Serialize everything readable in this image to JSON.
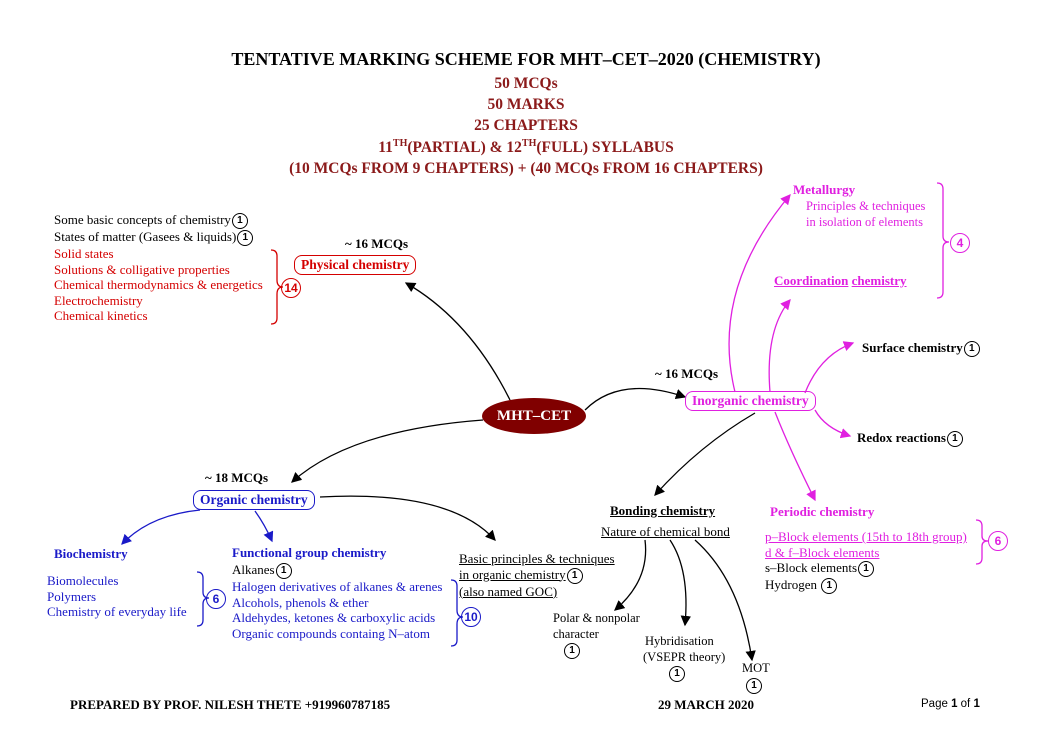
{
  "header": {
    "title": "TENTATIVE MARKING SCHEME FOR MHT–CET–2020 (CHEMISTRY)",
    "line1": "50 MCQs",
    "line2": "50 MARKS",
    "line3": "25 CHAPTERS",
    "syllabus_a": "11",
    "syllabus_sup_a": "TH",
    "syllabus_b": "(PARTIAL) & 12",
    "syllabus_sup_b": "TH",
    "syllabus_c": "(FULL) SYLLABUS",
    "line5": "(10 MCQs FROM 9 CHAPTERS) + (40 MCQs FROM 16 CHAPTERS)"
  },
  "center": {
    "label": "MHT–CET"
  },
  "physical": {
    "label": "Physical chemistry",
    "mcqs": "~ 16 MCQs",
    "items_black": [
      {
        "text": "Some basic concepts of chemistry",
        "mark": "1"
      },
      {
        "text": "States of matter (Gasees & liquids)",
        "mark": "1"
      }
    ],
    "items_red": [
      "Solid states",
      "Solutions & colligative properties",
      "Chemical thermodynamics & energetics",
      "Electrochemistry",
      "Chemical kinetics"
    ],
    "group_count": "14"
  },
  "inorganic": {
    "label": "Inorganic chemistry",
    "mcqs": "~ 16 MCQs",
    "metallurgy": "Metallurgy",
    "metallurgy_sub1": "Principles & techniques",
    "metallurgy_sub2": "in isolation of elements",
    "coordination_a": "Coordination",
    "coordination_b": "chemistry",
    "group4": "4",
    "surface": "Surface chemistry",
    "surface_mark": "1",
    "redox": "Redox reactions",
    "redox_mark": "1",
    "periodic": "Periodic chemistry",
    "pblock": "p–Block elements (15th to 18th group)",
    "dfblock": "d & f–Block elements",
    "sblock": "s–Block elements",
    "sblock_mark": "1",
    "hydrogen": "Hydrogen",
    "hydrogen_mark": "1",
    "group6": "6",
    "bonding": "Bonding chemistry",
    "nature": "Nature of chemical bond",
    "polar1": "Polar & nonpolar",
    "polar2": "character",
    "polar_mark": "1",
    "hybrid1": "Hybridisation",
    "hybrid2": "(VSEPR theory)",
    "hybrid_mark": "1",
    "mot": "MOT",
    "mot_mark": "1"
  },
  "organic": {
    "label": "Organic chemistry",
    "mcqs": "~ 18 MCQs",
    "biochem": "Biochemistry",
    "bio_items": [
      "Biomolecules",
      "Polymers",
      "Chemistry of everyday life"
    ],
    "bio_count": "6",
    "functional": "Functional group chemistry",
    "alkanes": "Alkanes",
    "alkanes_mark": "1",
    "func_items": [
      "Halogen derivatives of alkanes & arenes",
      "Alcohols, phenols & ether",
      "Aldehydes, ketones & carboxylic acids",
      "Organic compounds containg N–atom"
    ],
    "func_count": "10",
    "basic1": "Basic principles & techniques",
    "basic2": "in organic chemistry",
    "basic_mark": "1",
    "basic3": "(also named GOC)"
  },
  "footer": {
    "prepared": "PREPARED BY PROF. NILESH THETE +919960787185",
    "date": "29 MARCH 2020",
    "page_a": "Page ",
    "page_b": "1",
    "page_c": " of ",
    "page_d": "1"
  },
  "colors": {
    "maroon": "#8b1a1a",
    "red": "#d40000",
    "blue": "#1a1ac8",
    "magenta": "#e020e0"
  }
}
